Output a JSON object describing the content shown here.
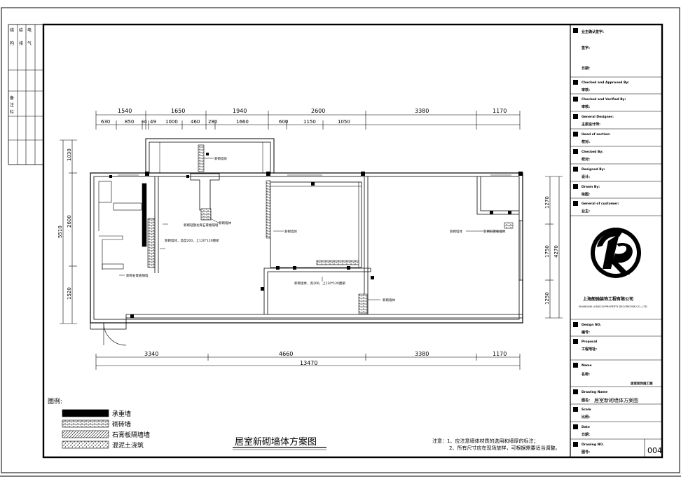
{
  "drawing": {
    "title": "居室新砌墙体方案图",
    "sheet_no": "004"
  },
  "dimensions": {
    "top_major": [
      "1540",
      "1650",
      "1940",
      "2600",
      "3380",
      "1170"
    ],
    "top_minor": [
      "630",
      "850",
      "60",
      "49",
      "1000",
      "460",
      "280",
      "1660",
      "600",
      "1150",
      "1050"
    ],
    "bottom_major": [
      "3340",
      "4660",
      "3380",
      "1170"
    ],
    "bottom_total": "13470",
    "left_vertical": [
      "1030",
      "2600",
      "1520"
    ],
    "left_total": "5510",
    "right_vertical": [
      "1270",
      "1750",
      "1250"
    ],
    "right_total": "4270"
  },
  "legend": {
    "title": "图例:",
    "items": [
      {
        "label": "承重墙",
        "pattern": "solid"
      },
      {
        "label": "砌砖墙",
        "pattern": "brick"
      },
      {
        "label": "石膏板隔墙墙",
        "pattern": "gypsum"
      },
      {
        "label": "混泥土浇筑",
        "pattern": "concrete"
      }
    ]
  },
  "notes": {
    "line1": "注意：1、应注意墙体材质的选用和墙厚的标注；",
    "line2": "2、所有尺寸应在现场放样，可根据需要适当调整。"
  },
  "title_block": {
    "rows": [
      {
        "label": "业主确认签字:",
        "value": "签字:",
        "value2": "日期:"
      },
      {
        "label": "Checked and Approved By:",
        "value": "审核:"
      },
      {
        "label": "Checked and Verified By:",
        "value": "审核:"
      },
      {
        "label": "General Designer:",
        "value": "主案设计师:"
      },
      {
        "label": "Head of section:",
        "value": "校对:"
      },
      {
        "label": "Checked By:",
        "value": "校对:"
      },
      {
        "label": "Designed By:",
        "value": "设计:"
      },
      {
        "label": "Drawn By:",
        "value": "绘图:"
      },
      {
        "label": "General of customer:",
        "value": "业主:"
      }
    ],
    "company_name": "上海朗驰装饰工程有限公司",
    "company_name_en": "SHANGHAI LONGCHI PROPERTY DECORATION CO., LTD",
    "rows_lower": [
      {
        "label": "Design NO.",
        "value": "编号:"
      },
      {
        "label": "Proposal",
        "value": "工程地址:"
      },
      {
        "label": "Name",
        "value": "名称:",
        "extra": "居室装饰施工图"
      },
      {
        "label": "Drawing Name",
        "value": "图名:",
        "extra": "居室新砌墙体方案图"
      },
      {
        "label": "Scale",
        "value": "比例:"
      },
      {
        "label": "Date",
        "value": "日期:"
      },
      {
        "label": "Drawing NO.",
        "value": "图号:"
      }
    ]
  },
  "left_strip": {
    "row1": [
      "结",
      "给",
      "电"
    ],
    "row2": [
      "构",
      "排",
      "气"
    ],
    "row3": [
      "备",
      "注",
      "栏"
    ]
  },
  "annotations": {
    "a1": "新砌墙体",
    "a2": "新砌轻钢龙骨石膏板隔墙",
    "a3": "新砌墙体",
    "a4": "新砌墙体",
    "a5": "新砌墙体，高度200，上120*120圈梁",
    "a6": "新砌石膏板隔墙",
    "a7": "新砌墙体",
    "a8": "新砌墙体，高200，上120*120圈梁",
    "a9": "新砌墙体",
    "a10": "新砌石膏板墙体"
  },
  "colors": {
    "line": "#000000",
    "paper": "#ffffff"
  }
}
